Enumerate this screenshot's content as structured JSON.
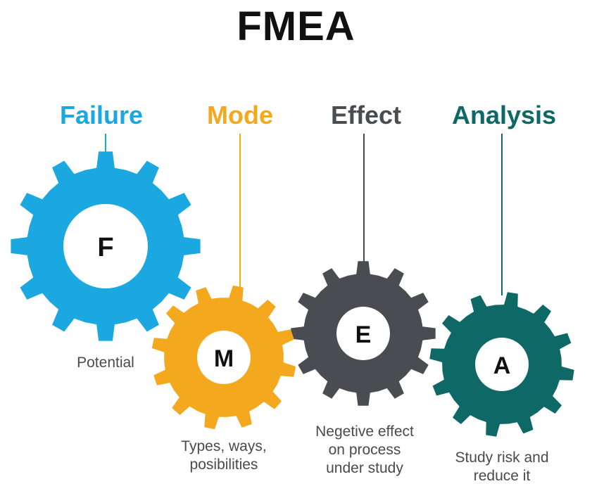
{
  "title": "FMEA",
  "colors": {
    "failure": "#1ba8e0",
    "mode": "#f4a81d",
    "effect": "#4a4c52",
    "analysis": "#0d6866",
    "text_desc": "#4a4a4a"
  },
  "items": [
    {
      "word": "Failure",
      "letter": "F",
      "description": [
        "Potential"
      ]
    },
    {
      "word": "Mode",
      "letter": "M",
      "description": [
        "Types, ways,",
        "posibilities"
      ]
    },
    {
      "word": "Effect",
      "letter": "E",
      "description": [
        "Negetive effect",
        "on process",
        "under study"
      ]
    },
    {
      "word": "Analysis",
      "letter": "A",
      "description": [
        "Study risk and",
        "reduce it"
      ]
    }
  ]
}
